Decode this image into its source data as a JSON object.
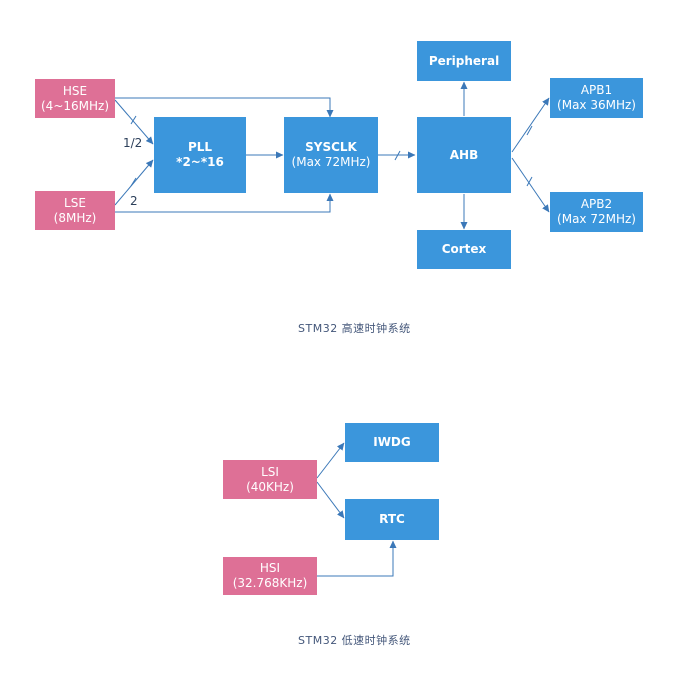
{
  "high_speed": {
    "caption": "STM32 高速时钟系统",
    "hse": {
      "line1": "HSE",
      "line2": "(4~16MHz)"
    },
    "lse": {
      "line1": "LSE",
      "line2": "(8MHz)"
    },
    "pll": {
      "line1": "PLL",
      "line2": "*2~*16"
    },
    "sysclk": {
      "line1": "SYSCLK",
      "line2": "(Max 72MHz)"
    },
    "ahb": {
      "line1": "AHB"
    },
    "peripheral": {
      "line1": "Peripheral"
    },
    "cortex": {
      "line1": "Cortex"
    },
    "apb1": {
      "line1": "APB1",
      "line2": "(Max 36MHz)"
    },
    "apb2": {
      "line1": "APB2",
      "line2": "(Max 72MHz)"
    },
    "label_half": "1/2",
    "label_two": "2"
  },
  "low_speed": {
    "caption": "STM32 低速时钟系统",
    "lsi": {
      "line1": "LSI",
      "line2": "(40KHz)"
    },
    "hsi": {
      "line1": "HSI",
      "line2": "(32.768KHz)"
    },
    "iwdg": {
      "line1": "IWDG"
    },
    "rtc": {
      "line1": "RTC"
    }
  },
  "colors": {
    "block": "#3b96dc",
    "source": "#de7096",
    "wire": "#3b78b8"
  }
}
